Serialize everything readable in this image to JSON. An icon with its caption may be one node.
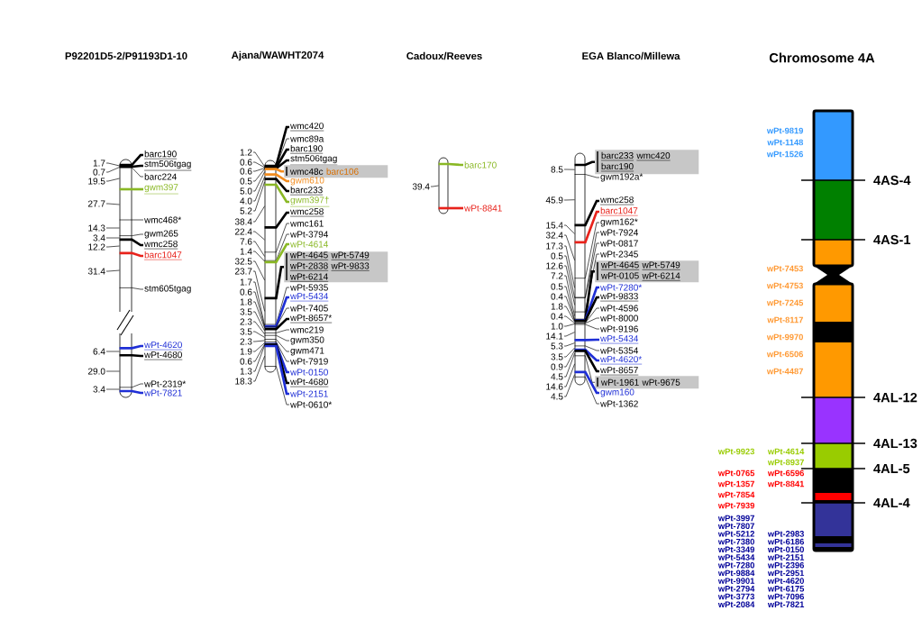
{
  "diagram": {
    "nodes": [
      {
        "text": [],
        "shape": "bar"
      },
      {
        "text": [
          "barc190"
        ]
      },
      {
        "text": [
          "stm506tgag"
        ]
      },
      {
        "text": [
          "barc224"
        ]
      },
      {
        "text": [
          "gwm397"
        ]
      },
      {
        "text": [
          "wmc468*"
        ]
      },
      {
        "text": [
          "gwm265"
        ]
      },
      {
        "text": [
          "wmc258"
        ]
      },
      {
        "text": [
          "barc1047"
        ]
      },
      {
        "text": [
          "stm605tgag"
        ]
      },
      {
        "text": [
          "wPt-4620"
        ]
      },
      {
        "text": [
          "wPt-4680"
        ]
      },
      {
        "text": [
          "wPt-2319*"
        ]
      },
      {
        "text": [
          "wPt-7821"
        ]
      },
      {
        "text": [
          "1.7"
        ]
      },
      {
        "text": [
          "0.7"
        ]
      },
      {
        "text": [
          "19.5"
        ]
      },
      {
        "text": [
          "27.7"
        ]
      },
      {
        "text": [
          "14.3"
        ]
      },
      {
        "text": [
          "3.4"
        ]
      },
      {
        "text": [
          "12.2"
        ]
      },
      {
        "text": [
          "31.4"
        ]
      },
      {
        "text": [
          "6.4"
        ]
      },
      {
        "text": [
          "29.0"
        ]
      },
      {
        "text": [
          "3.4"
        ]
      },
      {
        "text": [],
        "shape": "bar"
      },
      {
        "text": [
          "wmc420"
        ]
      },
      {
        "text": [
          "wmc89a"
        ]
      },
      {
        "text": [
          "barc190"
        ]
      },
      {
        "text": [
          "stm506tgag"
        ]
      },
      {
        "text": [
          "wmc48c",
          "barc106"
        ]
      },
      {
        "text": [
          "gwm610"
        ]
      },
      {
        "text": [
          "barc233"
        ]
      },
      {
        "text": [
          "gwm397†"
        ]
      },
      {
        "text": [
          "wmc258"
        ]
      },
      {
        "text": [
          "wmc161"
        ]
      },
      {
        "text": [
          "wPt-3794"
        ]
      },
      {
        "text": [
          "wPt-4614"
        ]
      },
      {
        "text": [
          "wPt-4645",
          "wPt-5749",
          "wPt-2838",
          "wPt-9833",
          "wPt-6214"
        ]
      },
      {
        "text": [
          "wPt-5935"
        ]
      },
      {
        "text": [
          "wPt-5434"
        ]
      },
      {
        "text": [
          "wPt-7405"
        ]
      },
      {
        "text": [
          "wPt-8657*"
        ]
      },
      {
        "text": [
          "wmc219"
        ]
      },
      {
        "text": [
          "gwm350"
        ]
      },
      {
        "text": [
          "gwm471"
        ]
      },
      {
        "text": [
          "wPt-7919"
        ]
      },
      {
        "text": [
          "wPt-0150"
        ]
      },
      {
        "text": [
          "wPt-4680"
        ]
      },
      {
        "text": [
          "wPt-2151"
        ]
      },
      {
        "text": [
          "wPt-0610*"
        ]
      },
      {
        "text": [
          "1.2"
        ]
      },
      {
        "text": [
          "0.6"
        ]
      },
      {
        "text": [
          "0.6"
        ]
      },
      {
        "text": [
          "0.5"
        ]
      },
      {
        "text": [
          "5.0"
        ]
      },
      {
        "text": [
          "4.0"
        ]
      },
      {
        "text": [
          "5.2"
        ]
      },
      {
        "text": [
          "38.4"
        ]
      },
      {
        "text": [
          "22.4"
        ]
      },
      {
        "text": [
          "7.6"
        ]
      },
      {
        "text": [
          "1.4"
        ]
      },
      {
        "text": [
          "32.5"
        ]
      },
      {
        "text": [
          "23.7"
        ]
      },
      {
        "text": [
          "1.7"
        ]
      },
      {
        "text": [
          "0.6"
        ]
      },
      {
        "text": [
          "1.8"
        ]
      },
      {
        "text": [
          "3.5"
        ]
      },
      {
        "text": [
          "2.3"
        ]
      },
      {
        "text": [
          "3.5"
        ]
      },
      {
        "text": [
          "2.3"
        ]
      },
      {
        "text": [
          "1.9"
        ]
      },
      {
        "text": [
          "0.6"
        ]
      },
      {
        "text": [
          "1.3"
        ]
      },
      {
        "text": [
          "18.3"
        ]
      },
      {
        "text": [],
        "shape": "bar"
      },
      {
        "text": [
          "barc170"
        ]
      },
      {
        "text": [
          "wPt-8841"
        ]
      },
      {
        "text": [
          "39.4"
        ]
      },
      {
        "text": [],
        "shape": "bar"
      },
      {
        "text": [
          "barc233",
          "wmc420",
          "barc190"
        ]
      },
      {
        "text": [
          "gwm192a*"
        ]
      },
      {
        "text": [
          "wmc258"
        ]
      },
      {
        "text": [
          "barc1047"
        ]
      },
      {
        "text": [
          "gwm162*"
        ]
      },
      {
        "text": [
          "wPt-7924"
        ]
      },
      {
        "text": [
          "wPt-0817"
        ]
      },
      {
        "text": [
          "wPt-2345"
        ]
      },
      {
        "text": [
          "wPt-4645",
          "wPt-5749",
          "wPt-0105",
          "wPt-6214"
        ]
      },
      {
        "text": [
          "wPt-7280*"
        ]
      },
      {
        "text": [
          "wPt-9833"
        ]
      },
      {
        "text": [
          "wPt-4596"
        ]
      },
      {
        "text": [
          "wPt-8000"
        ]
      },
      {
        "text": [
          "wPt-9196"
        ]
      },
      {
        "text": [
          "wPt-5434"
        ]
      },
      {
        "text": [
          "wPt-5354"
        ]
      },
      {
        "text": [
          "wPt-4620*"
        ]
      },
      {
        "text": [
          "wPt-8657"
        ]
      },
      {
        "text": [
          "wPt-1961",
          "wPt-9675"
        ]
      },
      {
        "text": [
          "gwm160"
        ]
      },
      {
        "text": [
          "wPt-1362"
        ]
      },
      {
        "text": [
          "8.5"
        ]
      },
      {
        "text": [
          "45.9"
        ]
      },
      {
        "text": [
          "15.4"
        ]
      },
      {
        "text": [
          "32.4"
        ]
      },
      {
        "text": [
          "17.3"
        ]
      },
      {
        "text": [
          "0.5"
        ]
      },
      {
        "text": [
          "12.6"
        ]
      },
      {
        "text": [
          "7.2"
        ]
      },
      {
        "text": [
          "0.5"
        ]
      },
      {
        "text": [
          "0.4"
        ]
      },
      {
        "text": [
          "1.8"
        ]
      },
      {
        "text": [
          "0.4"
        ]
      },
      {
        "text": [
          "1.0"
        ]
      },
      {
        "text": [
          "14.1"
        ]
      },
      {
        "text": [
          "5.3"
        ]
      },
      {
        "text": [
          "3.5"
        ]
      },
      {
        "text": [
          "0.9"
        ]
      },
      {
        "text": [
          "4.5"
        ]
      },
      {
        "text": [
          "14.6"
        ]
      },
      {
        "text": [
          "4.5"
        ]
      },
      {
        "text": [
          "Chromosome 4A"
        ],
        "beside": [
          "4AS-4",
          "4AS-1",
          "4AL-12",
          "4AL-13",
          "4AL-5",
          "4AL-4"
        ]
      }
    ],
    "edges": [
      {
        "from": 1,
        "to": 0,
        "arrow": "none",
        "style": "thick"
      },
      {
        "from": 2,
        "to": 0,
        "arrow": "none",
        "style": "thick"
      },
      {
        "from": 3,
        "to": 0,
        "arrow": "none"
      },
      {
        "from": 4,
        "to": 0,
        "arrow": "none",
        "style": "thick",
        "color": "#8ab825"
      },
      {
        "from": 5,
        "to": 0,
        "arrow": "none"
      },
      {
        "from": 6,
        "to": 0,
        "arrow": "none"
      },
      {
        "from": 7,
        "to": 0,
        "arrow": "none",
        "style": "thick"
      },
      {
        "from": 8,
        "to": 0,
        "arrow": "none",
        "style": "thick",
        "color": "#e8221b"
      },
      {
        "from": 9,
        "to": 0,
        "arrow": "none"
      },
      {
        "from": 10,
        "to": 0,
        "arrow": "none",
        "style": "thick",
        "color": "#1f2fd6"
      },
      {
        "from": 11,
        "to": 0,
        "arrow": "none",
        "style": "thick"
      },
      {
        "from": 12,
        "to": 0,
        "arrow": "none"
      },
      {
        "from": 13,
        "to": 0,
        "arrow": "none",
        "style": "thick",
        "color": "#1f2fd6"
      },
      {
        "from": 14,
        "to": 0,
        "arrow": "none"
      },
      {
        "from": 15,
        "to": 0,
        "arrow": "none"
      },
      {
        "from": 16,
        "to": 0,
        "arrow": "none"
      },
      {
        "from": 17,
        "to": 0,
        "arrow": "none"
      },
      {
        "from": 18,
        "to": 0,
        "arrow": "none"
      },
      {
        "from": 19,
        "to": 0,
        "arrow": "none"
      },
      {
        "from": 20,
        "to": 0,
        "arrow": "none"
      },
      {
        "from": 21,
        "to": 0,
        "arrow": "none"
      },
      {
        "from": 22,
        "to": 0,
        "arrow": "none"
      },
      {
        "from": 23,
        "to": 0,
        "arrow": "none"
      },
      {
        "from": 24,
        "to": 0,
        "arrow": "none"
      },
      {
        "from": 26,
        "to": 25,
        "arrow": "none",
        "style": "thick"
      },
      {
        "from": 27,
        "to": 25,
        "arrow": "none"
      },
      {
        "from": 28,
        "to": 25,
        "arrow": "none",
        "style": "thick"
      },
      {
        "from": 29,
        "to": 25,
        "arrow": "none",
        "style": "thick"
      },
      {
        "from": 30,
        "to": 25,
        "arrow": "none",
        "style": "thick",
        "color": "#f28c1e"
      },
      {
        "from": 31,
        "to": 25,
        "arrow": "none",
        "style": "thick",
        "color": "#f28c1e"
      },
      {
        "from": 32,
        "to": 25,
        "arrow": "none",
        "style": "thick"
      },
      {
        "from": 33,
        "to": 25,
        "arrow": "none",
        "style": "thick",
        "color": "#8ab825"
      },
      {
        "from": 34,
        "to": 25,
        "arrow": "none",
        "style": "thick"
      },
      {
        "from": 35,
        "to": 25,
        "arrow": "none"
      },
      {
        "from": 36,
        "to": 25,
        "arrow": "none"
      },
      {
        "from": 37,
        "to": 25,
        "arrow": "none",
        "style": "thick",
        "color": "#8ab825"
      },
      {
        "from": 38,
        "to": 25,
        "arrow": "none",
        "style": "thick"
      },
      {
        "from": 39,
        "to": 25,
        "arrow": "none"
      },
      {
        "from": 40,
        "to": 25,
        "arrow": "none",
        "style": "thick",
        "color": "#1f2fd6"
      },
      {
        "from": 41,
        "to": 25,
        "arrow": "none"
      },
      {
        "from": 42,
        "to": 25,
        "arrow": "none",
        "style": "thick"
      },
      {
        "from": 43,
        "to": 25,
        "arrow": "none"
      },
      {
        "from": 44,
        "to": 25,
        "arrow": "none"
      },
      {
        "from": 45,
        "to": 25,
        "arrow": "none"
      },
      {
        "from": 46,
        "to": 25,
        "arrow": "none"
      },
      {
        "from": 47,
        "to": 25,
        "arrow": "none",
        "style": "thick",
        "color": "#1f2fd6"
      },
      {
        "from": 48,
        "to": 25,
        "arrow": "none",
        "style": "thick"
      },
      {
        "from": 49,
        "to": 25,
        "arrow": "none",
        "style": "thick",
        "color": "#1f2fd6"
      },
      {
        "from": 50,
        "to": 25,
        "arrow": "none"
      },
      {
        "from": 51,
        "to": 25,
        "arrow": "none"
      },
      {
        "from": 52,
        "to": 25,
        "arrow": "none"
      },
      {
        "from": 53,
        "to": 25,
        "arrow": "none"
      },
      {
        "from": 54,
        "to": 25,
        "arrow": "none"
      },
      {
        "from": 55,
        "to": 25,
        "arrow": "none"
      },
      {
        "from": 56,
        "to": 25,
        "arrow": "none"
      },
      {
        "from": 57,
        "to": 25,
        "arrow": "none"
      },
      {
        "from": 58,
        "to": 25,
        "arrow": "none"
      },
      {
        "from": 59,
        "to": 25,
        "arrow": "none"
      },
      {
        "from": 60,
        "to": 25,
        "arrow": "none"
      },
      {
        "from": 61,
        "to": 25,
        "arrow": "none"
      },
      {
        "from": 62,
        "to": 25,
        "arrow": "none"
      },
      {
        "from": 63,
        "to": 25,
        "arrow": "none"
      },
      {
        "from": 64,
        "to": 25,
        "arrow": "none"
      },
      {
        "from": 65,
        "to": 25,
        "arrow": "none"
      },
      {
        "from": 66,
        "to": 25,
        "arrow": "none"
      },
      {
        "from": 67,
        "to": 25,
        "arrow": "none"
      },
      {
        "from": 68,
        "to": 25,
        "arrow": "none"
      },
      {
        "from": 69,
        "to": 25,
        "arrow": "none"
      },
      {
        "from": 70,
        "to": 25,
        "arrow": "none"
      },
      {
        "from": 71,
        "to": 25,
        "arrow": "none"
      },
      {
        "from": 72,
        "to": 25,
        "arrow": "none"
      },
      {
        "from": 73,
        "to": 25,
        "arrow": "none"
      },
      {
        "from": 74,
        "to": 25,
        "arrow": "none"
      },
      {
        "from": 76,
        "to": 75,
        "arrow": "none",
        "style": "thick",
        "color": "#8ab825"
      },
      {
        "from": 77,
        "to": 75,
        "arrow": "none",
        "style": "thick",
        "color": "#e8221b"
      },
      {
        "from": 78,
        "to": 75,
        "arrow": "none"
      },
      {
        "from": 80,
        "to": 79,
        "arrow": "none",
        "style": "thick"
      },
      {
        "from": 81,
        "to": 79,
        "arrow": "none"
      },
      {
        "from": 82,
        "to": 79,
        "arrow": "none",
        "style": "thick"
      },
      {
        "from": 83,
        "to": 79,
        "arrow": "none",
        "style": "thick",
        "color": "#e8221b"
      },
      {
        "from": 84,
        "to": 79,
        "arrow": "none"
      },
      {
        "from": 85,
        "to": 79,
        "arrow": "none"
      },
      {
        "from": 86,
        "to": 79,
        "arrow": "none"
      },
      {
        "from": 87,
        "to": 79,
        "arrow": "none"
      },
      {
        "from": 88,
        "to": 79,
        "arrow": "none",
        "style": "thick"
      },
      {
        "from": 89,
        "to": 79,
        "arrow": "none",
        "style": "thick",
        "color": "#1f2fd6"
      },
      {
        "from": 90,
        "to": 79,
        "arrow": "none",
        "style": "thick"
      },
      {
        "from": 91,
        "to": 79,
        "arrow": "none"
      },
      {
        "from": 92,
        "to": 79,
        "arrow": "none"
      },
      {
        "from": 93,
        "to": 79,
        "arrow": "none"
      },
      {
        "from": 94,
        "to": 79,
        "arrow": "none",
        "style": "thick",
        "color": "#1f2fd6"
      },
      {
        "from": 95,
        "to": 79,
        "arrow": "none"
      },
      {
        "from": 96,
        "to": 79,
        "arrow": "none",
        "style": "thick",
        "color": "#1f2fd6"
      },
      {
        "from": 97,
        "to": 79,
        "arrow": "none",
        "style": "thick"
      },
      {
        "from": 98,
        "to": 79,
        "arrow": "none"
      },
      {
        "from": 99,
        "to": 79,
        "arrow": "none",
        "style": "thick",
        "color": "#1f2fd6"
      },
      {
        "from": 100,
        "to": 79,
        "arrow": "none"
      },
      {
        "from": 101,
        "to": 79,
        "arrow": "none"
      },
      {
        "from": 102,
        "to": 79,
        "arrow": "none"
      },
      {
        "from": 103,
        "to": 79,
        "arrow": "none"
      },
      {
        "from": 104,
        "to": 79,
        "arrow": "none"
      },
      {
        "from": 105,
        "to": 79,
        "arrow": "none"
      },
      {
        "from": 106,
        "to": 79,
        "arrow": "none"
      },
      {
        "from": 107,
        "to": 79,
        "arrow": "none"
      },
      {
        "from": 108,
        "to": 79,
        "arrow": "none"
      },
      {
        "from": 109,
        "to": 79,
        "arrow": "none"
      },
      {
        "from": 110,
        "to": 79,
        "arrow": "none"
      },
      {
        "from": 111,
        "to": 79,
        "arrow": "none"
      },
      {
        "from": 112,
        "to": 79,
        "arrow": "none"
      },
      {
        "from": 113,
        "to": 79,
        "arrow": "none"
      },
      {
        "from": 114,
        "to": 79,
        "arrow": "none"
      },
      {
        "from": 115,
        "to": 79,
        "arrow": "none"
      },
      {
        "from": 116,
        "to": 79,
        "arrow": "none"
      },
      {
        "from": 117,
        "to": 79,
        "arrow": "none"
      },
      {
        "from": 118,
        "to": 79,
        "arrow": "none"
      },
      {
        "from": 119,
        "to": 79,
        "arrow": "none"
      },
      {
        "from": 120,
        "to": 79,
        "arrow": "none"
      }
    ],
    "labels": [
      "P92201D5-2/P91193D1-10",
      "Ajana/WAWHT2074",
      "Cadoux/Reeves",
      "EGA Blanco/Millewa",
      "wPt-9819",
      "wPt-1148",
      "wPt-1526",
      "wPt-7453",
      "wPt-4753",
      "wPt-7245",
      "wPt-8117",
      "wPt-9970",
      "wPt-6506",
      "wPt-4487",
      "wPt-9923",
      "wPt-4614",
      "wPt-8937",
      "wPt-0765",
      "wPt-6596",
      "wPt-1357",
      "wPt-8841",
      "wPt-7854",
      "wPt-7939",
      "wPt-3997",
      "wPt-7807",
      "wPt-5212",
      "wPt-2983",
      "wPt-7380",
      "wPt-6186",
      "wPt-3349",
      "wPt-0150",
      "wPt-5434",
      "wPt-2151",
      "wPt-7280",
      "wPt-2396",
      "wPt-9884",
      "wPt-2951",
      "wPt-9901",
      "wPt-4620",
      "wPt-2794",
      "wPt-6175",
      "wPt-3773",
      "wPt-7096",
      "wPt-2084",
      "wPt-7821"
    ]
  }
}
